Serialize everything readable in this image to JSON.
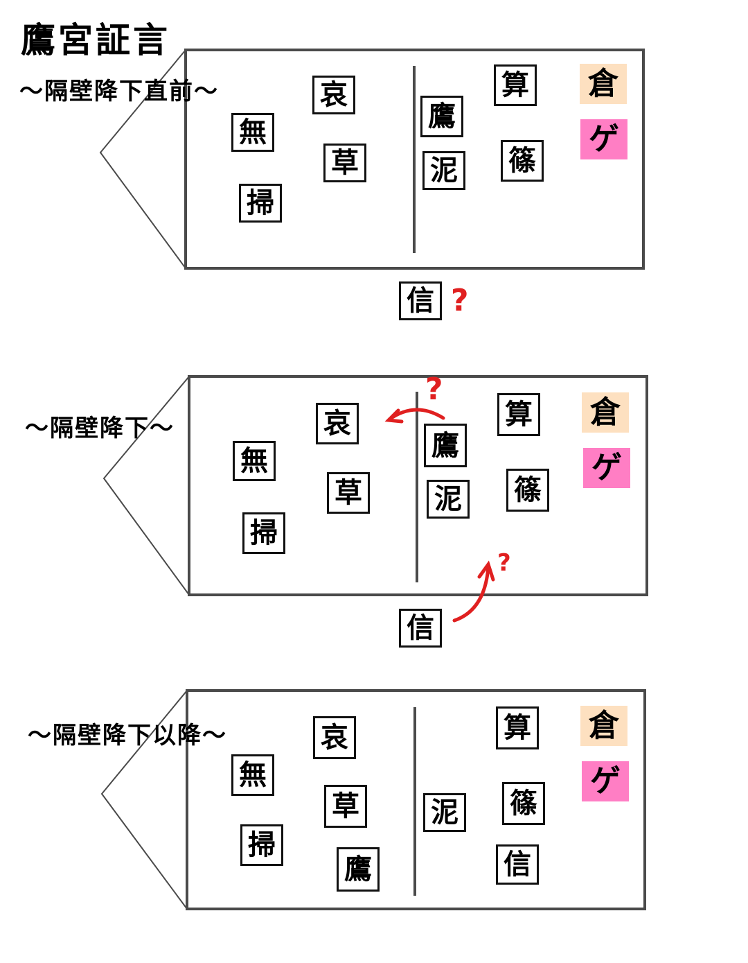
{
  "title": "鷹宮証言",
  "colors": {
    "outline": "#4a4a4a",
    "tag_kura": "#fde0c0",
    "tag_ge": "#ff7ec4",
    "annotation": "#e02020"
  },
  "phases": [
    {
      "label": "～隔壁降下直前～",
      "left_room": [
        "哀",
        "無",
        "草",
        "掃"
      ],
      "right_room": [
        "鷹",
        "泥",
        "算",
        "篠"
      ],
      "tags": [
        "倉",
        "ゲ"
      ],
      "outside": [
        "信"
      ],
      "annotations": [
        "?"
      ]
    },
    {
      "label": "～隔壁降下～",
      "left_room": [
        "哀",
        "無",
        "草",
        "掃"
      ],
      "right_room": [
        "鷹",
        "泥",
        "算",
        "篠"
      ],
      "tags": [
        "倉",
        "ゲ"
      ],
      "outside": [
        "信"
      ],
      "annotations": [
        "?",
        "?"
      ]
    },
    {
      "label": "～隔壁降下以降～",
      "left_room": [
        "哀",
        "無",
        "草",
        "掃",
        "鷹"
      ],
      "right_room": [
        "泥",
        "算",
        "篠",
        "信"
      ],
      "tags": [
        "倉",
        "ゲ"
      ],
      "outside": [],
      "annotations": []
    }
  ]
}
